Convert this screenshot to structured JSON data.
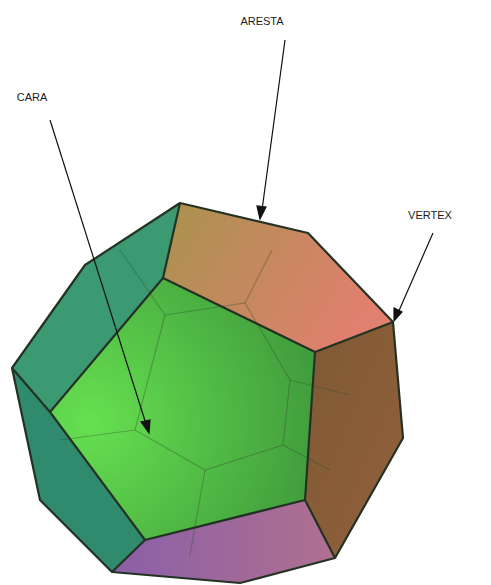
{
  "diagram": {
    "labels": [
      "ARESTA",
      "CARA",
      "VERTEX"
    ]
  }
}
